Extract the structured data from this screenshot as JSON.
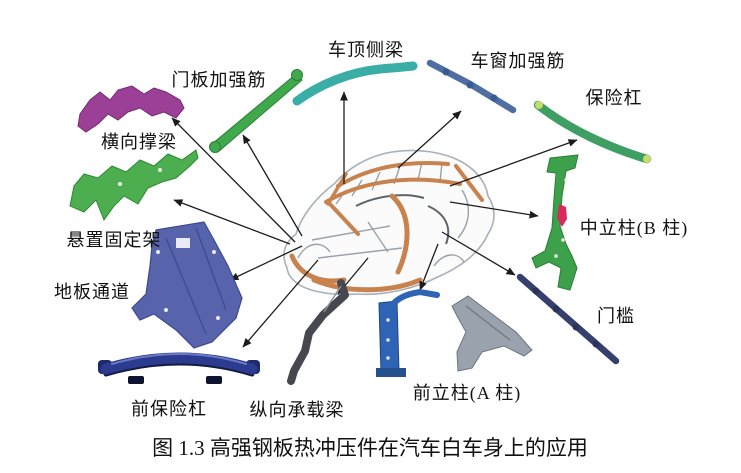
{
  "figure": {
    "caption": "图 1.3 高强钢板热冲压件在汽车白车身上的应用"
  },
  "parts": {
    "door_beam": {
      "label": "门板加强筋"
    },
    "roof_rail": {
      "label": "车顶侧梁"
    },
    "window_bar": {
      "label": "车窗加强筋"
    },
    "rear_bumper": {
      "label": "保险杠"
    },
    "transverse_beam": {
      "label": "横向撑梁"
    },
    "b_pillar": {
      "label": "中立柱(B 柱)"
    },
    "suspension_mount": {
      "label": "悬置固定架"
    },
    "floor_tunnel": {
      "label": "地板通道"
    },
    "door_sill": {
      "label": "门槛"
    },
    "front_bumper": {
      "label": "前保险杠"
    },
    "longitudinal_beam": {
      "label": "纵向承载梁"
    },
    "a_pillar": {
      "label": "前立柱(A 柱)"
    }
  },
  "colors": {
    "transverse_beam": "#9b3f97",
    "suspension_mount": "#4cae4f",
    "door_beam": "#3fa94c",
    "roof_rail": "#3aaea6",
    "window_bar": "#4f6fa3",
    "rear_bumper": "#3f9f63",
    "b_pillar": "#3da14b",
    "b_pillar_patch": "#d62b5e",
    "door_sill": "#35406e",
    "floor_tunnel": "#5763ab",
    "front_bumper": "#2c3a8f",
    "longitudinal_beam": "#45484e",
    "a_pillar_inner": "#2f63b5",
    "a_pillar_outer": "#9aa2ae",
    "car_frame_accent": "#c8824d",
    "arrow": "#1c1c1c",
    "text": "#111111"
  }
}
